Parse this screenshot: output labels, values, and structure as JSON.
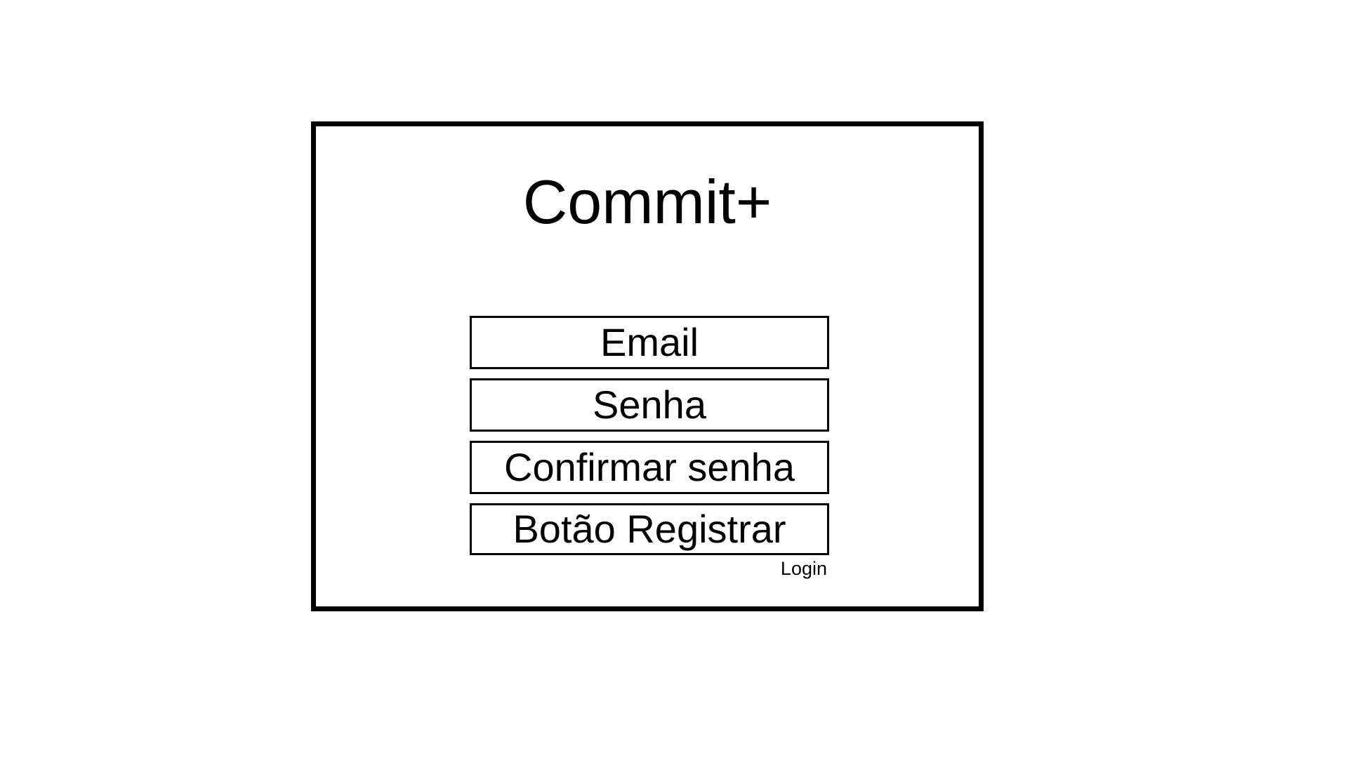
{
  "app": {
    "title": "Commit+"
  },
  "form": {
    "email_label": "Email",
    "password_label": "Senha",
    "confirm_password_label": "Confirmar senha",
    "register_button_label": "Botão Registrar",
    "login_link_label": "Login"
  },
  "colors": {
    "border": "#000000",
    "background": "#ffffff",
    "text": "#000000"
  }
}
